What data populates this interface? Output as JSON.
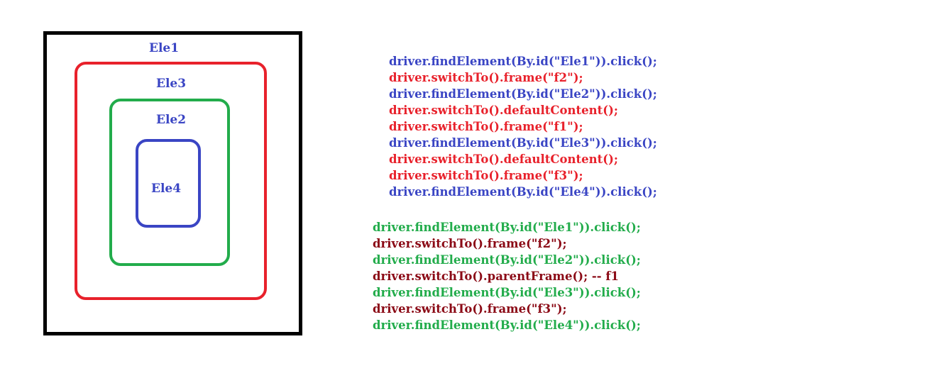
{
  "diagram": {
    "labels": {
      "ele1": "Ele1",
      "ele3": "Ele3",
      "ele2": "Ele2",
      "ele4": "Ele4"
    },
    "colors": {
      "outer": "#000000",
      "frame_red": "#e8212b",
      "frame_green": "#22ac4b",
      "frame_blue": "#3a45c4",
      "label": "#3a45c4"
    }
  },
  "code_block_1": {
    "colors": {
      "find": "#3a45c4",
      "switch": "#e8212b"
    },
    "lines": [
      {
        "text": "driver.findElement(By.id(\"Ele1\")).click();",
        "kind": "find"
      },
      {
        "text": "driver.switchTo().frame(\"f2\");",
        "kind": "switch"
      },
      {
        "text": "driver.findElement(By.id(\"Ele2\")).click();",
        "kind": "find"
      },
      {
        "text": "driver.switchTo().defaultContent();",
        "kind": "switch"
      },
      {
        "text": "driver.switchTo().frame(\"f1\");",
        "kind": "switch"
      },
      {
        "text": "driver.findElement(By.id(\"Ele3\")).click();",
        "kind": "find"
      },
      {
        "text": "driver.switchTo().defaultContent();",
        "kind": "switch"
      },
      {
        "text": "driver.switchTo().frame(\"f3\");",
        "kind": "switch"
      },
      {
        "text": "driver.findElement(By.id(\"Ele4\")).click();",
        "kind": "find"
      }
    ]
  },
  "code_block_2": {
    "colors": {
      "find": "#22ac4b",
      "switch": "#8b0a16"
    },
    "lines": [
      {
        "text": "driver.findElement(By.id(\"Ele1\")).click();",
        "kind": "find"
      },
      {
        "text": "driver.switchTo().frame(\"f2\");",
        "kind": "switch"
      },
      {
        "text": "driver.findElement(By.id(\"Ele2\")).click();",
        "kind": "find"
      },
      {
        "text": "driver.switchTo().parentFrame(); -- f1",
        "kind": "switch"
      },
      {
        "text": "driver.findElement(By.id(\"Ele3\")).click();",
        "kind": "find"
      },
      {
        "text": "driver.switchTo().frame(\"f3\");",
        "kind": "switch"
      },
      {
        "text": "driver.findElement(By.id(\"Ele4\")).click();",
        "kind": "find"
      }
    ]
  }
}
